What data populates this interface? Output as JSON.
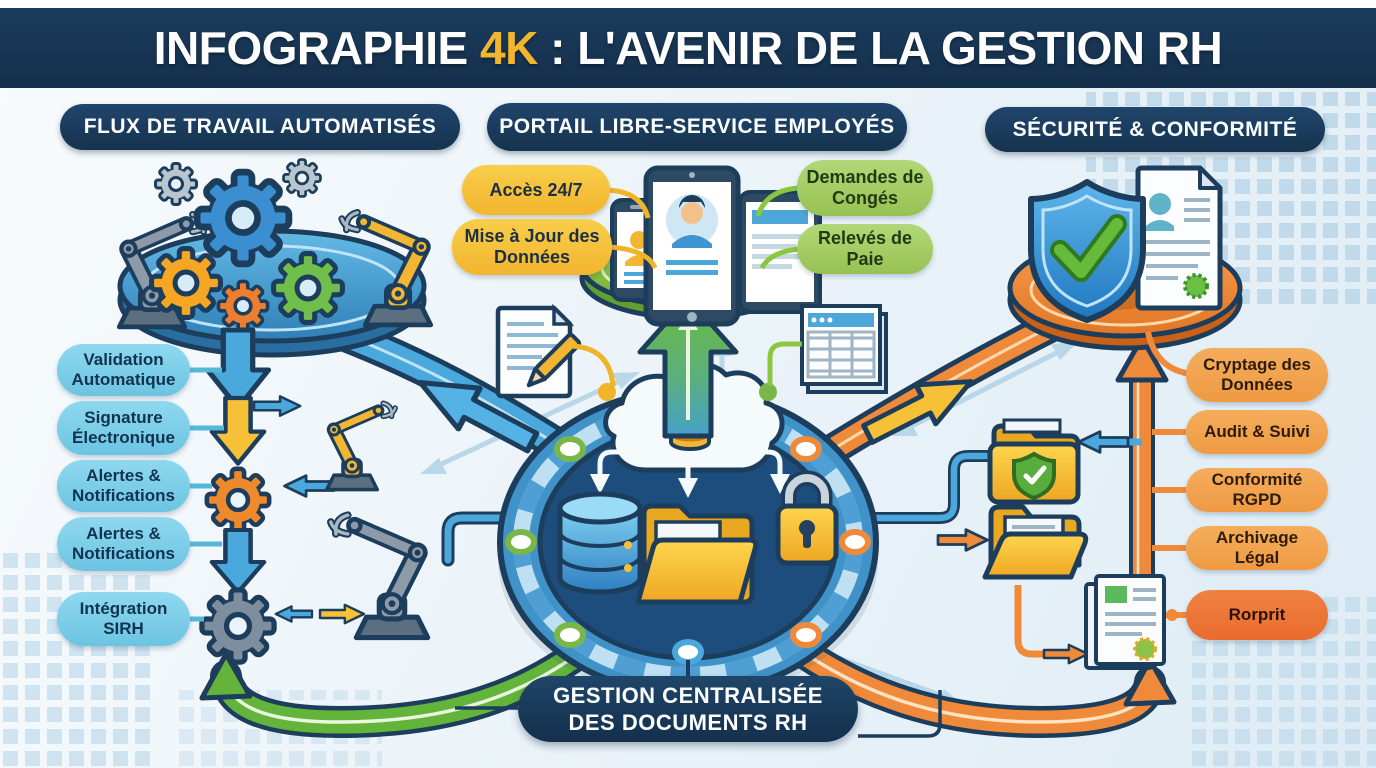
{
  "title": {
    "prefix": "INFOGRAPHIE ",
    "highlight": "4K",
    "suffix": " : L'AVENIR DE LA GESTION RH"
  },
  "sections": {
    "workflow": {
      "heading": "FLUX DE TRAVAIL AUTOMATISÉS",
      "labels": [
        "Validation Automatique",
        "Signature Électronique",
        "Alertes & Notifications",
        "Alertes & Notifications",
        "Intégration SIRH"
      ]
    },
    "portal": {
      "heading": "PORTAIL LIBRE-SERVICE EMPLOYÉS",
      "labels_left": [
        "Accès 24/7",
        "Mise à Jour des Données"
      ],
      "labels_right": [
        "Demandes de Congés",
        "Relevés de Paie"
      ]
    },
    "security": {
      "heading": "SÉCURITÉ & CONFORMITÉ",
      "labels": [
        "Cryptage des Données",
        "Audit & Suivi",
        "Conformité RGPD",
        "Archivage Légal",
        "Rorprit"
      ]
    }
  },
  "footer": {
    "heading_line1": "GESTION CENTRALISÉE",
    "heading_line2": "DES DOCUMENTS RH"
  },
  "colors": {
    "header_navy": "#16334f",
    "gold_highlight": "#f2b52d",
    "label_blue": "#7ed1ea",
    "label_yellow": "#f6c63d",
    "label_green": "#a6cf63",
    "label_orange": "#f2a44e",
    "label_orange_strong": "#ee7434",
    "hub_dark": "#1d4d7c",
    "arrow_blue": "#4aa8dc",
    "arrow_green": "#6cb644",
    "arrow_orange": "#ef8a3a",
    "arrow_yellow": "#f7c137"
  },
  "icons": [
    "gears-icon",
    "robot-arm-icon",
    "smartphone-icon",
    "tablet-icon",
    "cloud-database-icon",
    "database-icon",
    "folder-icon",
    "padlock-icon",
    "shield-check-icon",
    "certificate-icon",
    "document-pencil-icon",
    "payslip-table-icon",
    "folder-shield-icon",
    "open-folder-icon",
    "archive-document-icon"
  ]
}
